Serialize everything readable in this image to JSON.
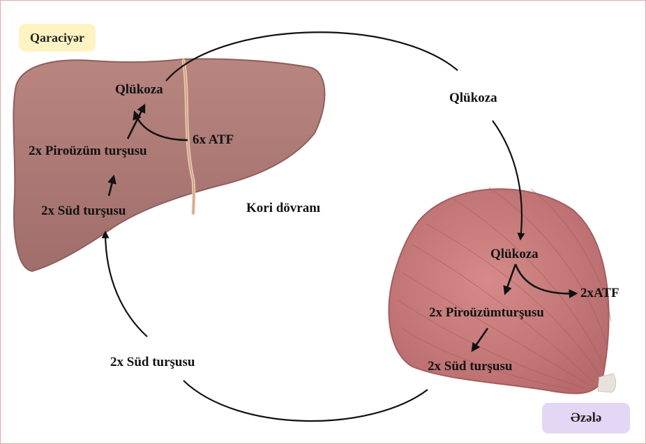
{
  "labels": {
    "liver_badge": "Qaraciyər",
    "muscle_badge": "Əzələ",
    "cycle_name": "Kori dövranı",
    "liver_glucose": "Qlükoza",
    "liver_pyruvate": "2x Piroüzüm turşusu",
    "liver_atp": "6x ATF",
    "liver_lactate": "2x Süd turşusu",
    "blood_glucose": "Qlükoza",
    "blood_lactate": "2x Süd turşusu",
    "muscle_glucose": "Qlükoza",
    "muscle_atp": "2xATF",
    "muscle_pyruvate": "2x Piroüzümturşusu",
    "muscle_lactate": "2x Süd turşusu"
  },
  "colors": {
    "liver_badge_bg": "#fff3c4",
    "muscle_badge_bg": "#e4d6f5",
    "liver_fill": "#b17c78",
    "muscle_fill": "#c47b7b",
    "frame_border": "#e8a6a6",
    "arrow": "#111111"
  }
}
